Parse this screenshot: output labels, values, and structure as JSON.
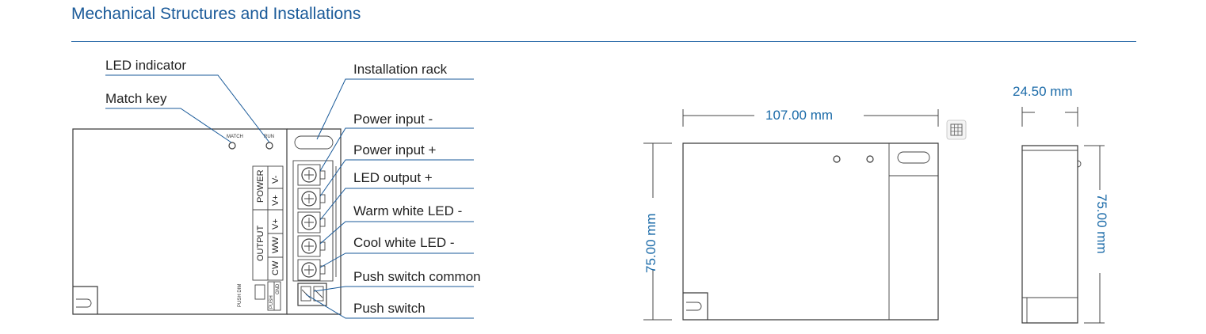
{
  "title": "Mechanical Structures and Installations",
  "callouts": {
    "led_indicator": "LED indicator",
    "match_key": "Match key",
    "installation_rack": "Installation rack",
    "power_input_neg": "Power input -",
    "power_input_pos": "Power input +",
    "led_output_pos": "LED output +",
    "warm_white_led": "Warm white LED -",
    "cool_white_led": "Cool white LED -",
    "push_switch_common": "Push switch common",
    "push_switch": "Push switch"
  },
  "device_labels": {
    "match": "MATCH",
    "run": "RUN",
    "power": "POWER",
    "output": "OUTPUT",
    "v_minus": "V-",
    "v_plus_power": "V+",
    "v_plus_output": "V+",
    "ww": "WW",
    "cw": "CW",
    "push": "PUSH",
    "gnd": "GND",
    "push_dim": "PUSH DIM"
  },
  "dimensions": {
    "width": "107.00 mm",
    "height_front": "75.00 mm",
    "depth": "24.50 mm",
    "height_side": "75.00 mm"
  },
  "colors": {
    "title": "#1a5a99",
    "dimension_text": "#1a6aa8",
    "leader_lines": "#1a5a99"
  }
}
